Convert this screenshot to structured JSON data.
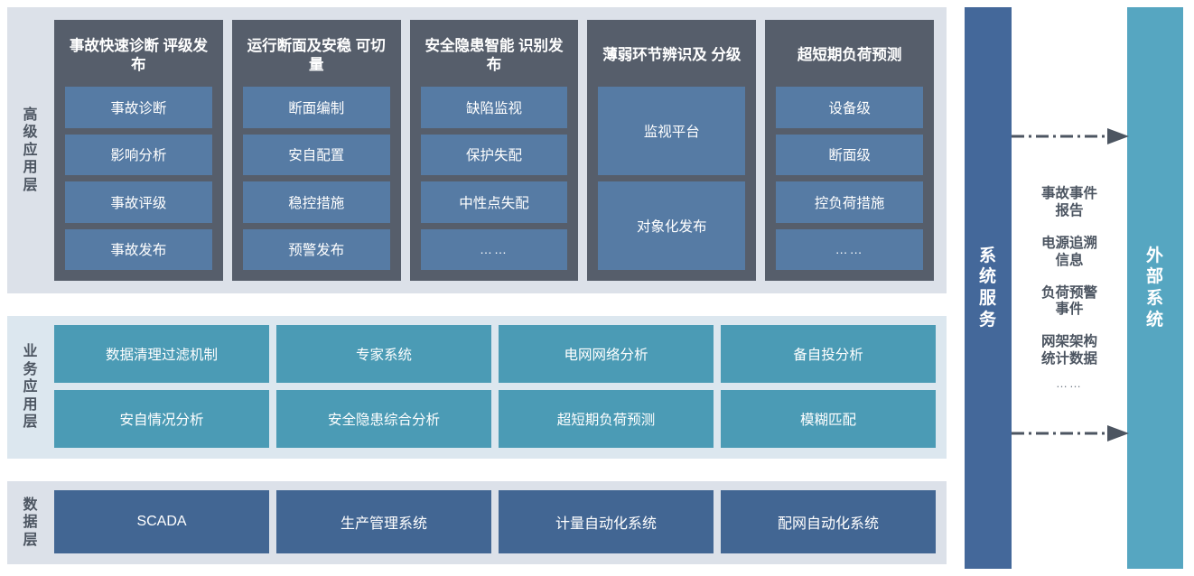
{
  "layers": [
    {
      "label": "高级应用层",
      "label_chars": [
        "高",
        "级",
        "应",
        "用",
        "层"
      ],
      "columns": [
        {
          "title": "事故快速诊断评级发布",
          "title_lines": [
            "事故快速诊断",
            "评级发布"
          ],
          "items": [
            "事故诊断",
            "影响分析",
            "事故评级",
            "事故发布"
          ]
        },
        {
          "title": "运行断面及安稳可切量",
          "title_lines": [
            "运行断面及安稳",
            "可切量"
          ],
          "items": [
            "断面编制",
            "安自配置",
            "稳控措施",
            "预警发布"
          ]
        },
        {
          "title": "安全隐患智能识别发布",
          "title_lines": [
            "安全隐患智能",
            "识别发布"
          ],
          "items": [
            "缺陷监视",
            "保护失配",
            "中性点失配",
            "……"
          ]
        },
        {
          "title": "薄弱环节辨识及分级",
          "title_lines": [
            "薄弱环节辨识及",
            "分级"
          ],
          "items": [
            "监视平台",
            "对象化发布"
          ]
        },
        {
          "title": "超短期负荷预测",
          "title_lines": [
            "超短期负荷预测"
          ],
          "items": [
            "设备级",
            "断面级",
            "控负荷措施",
            "……"
          ]
        }
      ]
    },
    {
      "label": "业务应用层",
      "label_chars": [
        "业",
        "务",
        "应",
        "用",
        "层"
      ],
      "items": [
        "数据清理过滤机制",
        "专家系统",
        "电网网络分析",
        "备自投分析",
        "安自情况分析",
        "安全隐患综合分析",
        "超短期负荷预测",
        "模糊匹配"
      ]
    },
    {
      "label": "数据层",
      "label_chars": [
        "数",
        "据",
        "层"
      ],
      "items": [
        "SCADA",
        "生产管理系统",
        "计量自动化系统",
        "配网自动化系统"
      ]
    }
  ],
  "right_panel": {
    "service_bar": {
      "label": "系统服务",
      "chars": [
        "系",
        "统",
        "服",
        "务"
      ]
    },
    "external_bar": {
      "label": "外部系统",
      "chars": [
        "外",
        "部",
        "系",
        "统"
      ]
    },
    "flows": [
      {
        "lines": [
          "事故事件",
          "报告"
        ]
      },
      {
        "lines": [
          "电源追溯",
          "信息"
        ]
      },
      {
        "lines": [
          "负荷预警",
          "事件"
        ]
      },
      {
        "lines": [
          "网架架构",
          "统计数据"
        ]
      }
    ],
    "ellipsis": "……",
    "arrows": [
      {
        "name": "arrow-top",
        "direction": "right"
      },
      {
        "name": "arrow-bottom",
        "direction": "right"
      }
    ]
  },
  "colors": {
    "layer_bg_gray": "#dce1e9",
    "layer_bg_blue": "#dce7ef",
    "adv_card": "#565e6b",
    "adv_item": "#567ba4",
    "biz_item": "#4b9bb5",
    "data_item": "#426693",
    "service_bar": "#44689a",
    "external_bar": "#56a6c1",
    "text_dark": "#4c5561"
  }
}
